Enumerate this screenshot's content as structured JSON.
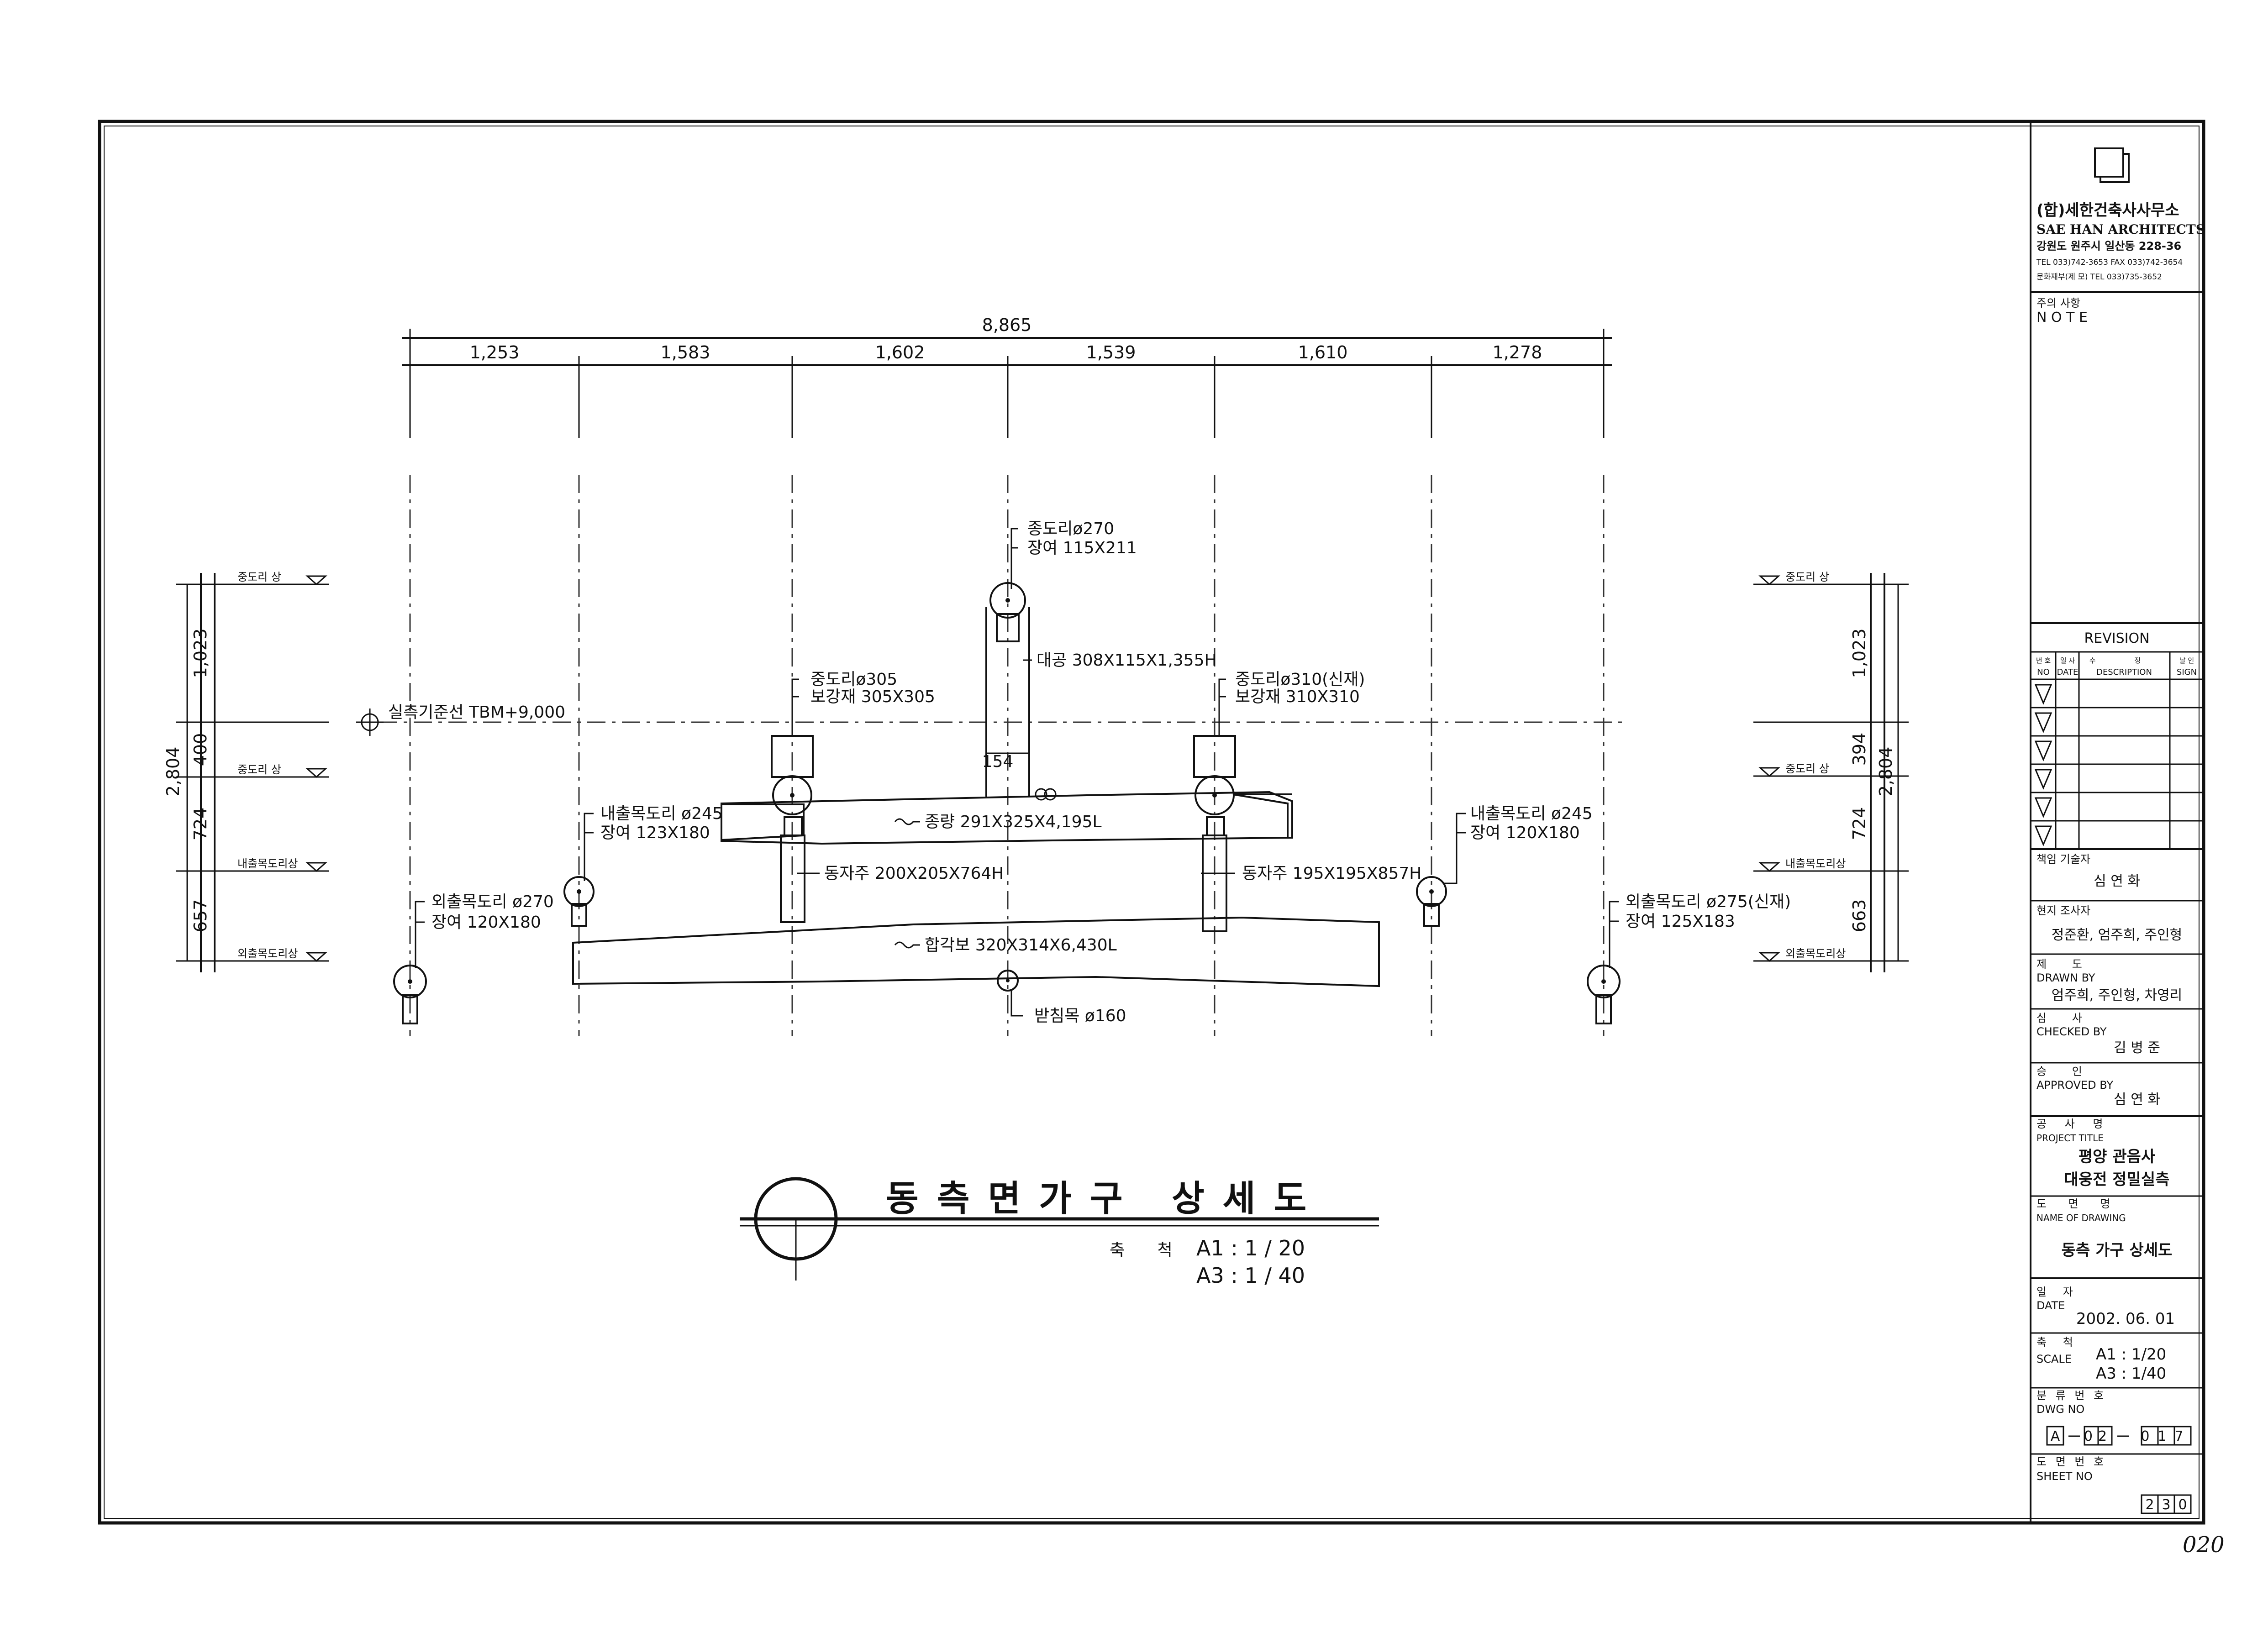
{
  "plan": {
    "total_dim": "8,865",
    "bay_dims": [
      "1,253",
      "1,583",
      "1,602",
      "1,539",
      "1,610",
      "1,278"
    ],
    "left_levels": [
      "중도리 상",
      "중도리 상",
      "내출목도리상",
      "외출목도리상"
    ],
    "right_levels": [
      "중도리 상",
      "중도리 상",
      "내출목도리상",
      "외출목도리상"
    ],
    "left_vdims": [
      "1,023",
      "400",
      "724",
      "657"
    ],
    "right_vdims": [
      "1,023",
      "394",
      "724",
      "663"
    ],
    "left_total": "2,804",
    "right_total": "2,804",
    "datum": "실측기준선 TBM+9,000",
    "small_dim": "154"
  },
  "members": {
    "ridge_top": "종도리ø270",
    "ridge_top2": "장여 115X211",
    "post": "대공 308X115X1,355H",
    "mid_left1": "중도리ø305",
    "mid_left2": "보강재 305X305",
    "mid_right1": "중도리ø310(신재)",
    "mid_right2": "보강재 310X310",
    "beam": "종량 291X325X4,195L",
    "inner_left1": "내출목도리 ø245",
    "inner_left2": "장여 123X180",
    "inner_right1": "내출목도리 ø245",
    "inner_right2": "장여 120X180",
    "strut_left": "동자주 200X205X764H",
    "strut_right": "동자주 195X195X857H",
    "outer_left1": "외출목도리 ø270",
    "outer_left2": "장여 120X180",
    "outer_right1": "외출목도리 ø275(신재)",
    "outer_right2": "장여 125X183",
    "main_beam": "합각보 320X314X6,430L",
    "support": "받침목 ø160"
  },
  "drawing_title": {
    "title": "동측면가구 상세도",
    "scale_label": "축 척",
    "scale_a1": "A1 : 1 / 20",
    "scale_a3": "A3 : 1 / 40"
  },
  "titleblock": {
    "firm_kr": "(합)세한건축사사무소",
    "firm_en": "SAE HAN ARCHITECTS",
    "address": "강원도 원주시 일산동 228-36",
    "tel": "TEL 033)742-3653 FAX 033)742-3654",
    "tel2": "문화재부(제 모) TEL 033)735-3652",
    "note_kr": "주의 사항",
    "note_en": "N O T E",
    "revision": "REVISION",
    "rev_no": "NO",
    "rev_date": "DATE",
    "rev_desc": "DESCRIPTION",
    "rev_sign": "SIGN",
    "rev_no_kr": "번 호",
    "rev_date_kr": "일 자",
    "rev_desc_kr": "수 정",
    "rev_sign_kr": "날 인",
    "eng_label": "책임 기술자",
    "eng_name": "심 연 화",
    "survey_label": "현지 조사자",
    "survey_names": "정준환, 엄주희, 주인형",
    "drawn_kr": "제 도",
    "drawn_en": "DRAWN BY",
    "drawn_names": "엄주희, 주인형, 차영리",
    "checked_kr": "심 사",
    "checked_en": "CHECKED BY",
    "checked_name": "김 병 준",
    "approved_kr": "승 인",
    "approved_en": "APPROVED BY",
    "approved_name": "심 연 화",
    "project_kr": "공 사 명",
    "project_en": "PROJECT TITLE",
    "project1": "평양 관음사",
    "project2": "대웅전 정밀실측",
    "drawing_kr": "도 면 명",
    "drawing_en": "NAME OF DRAWING",
    "drawing_name": "동측 가구 상세도",
    "date_kr": "일 자",
    "date_en": "DATE",
    "date": "2002. 06. 01",
    "scale_kr": "축 척",
    "scale_en": "SCALE",
    "scale1": "A1 : 1/20",
    "scale2": "A3 : 1/40",
    "dwg_kr": "분 류 번 호",
    "dwg_en": "DWG NO",
    "dwg_parts": [
      "A",
      "02",
      "017"
    ],
    "sheet_kr": "도 면 번 호",
    "sheet_en": "SHEET NO",
    "sheet_digits": [
      "2",
      "3",
      "0"
    ]
  },
  "page_number": "020"
}
